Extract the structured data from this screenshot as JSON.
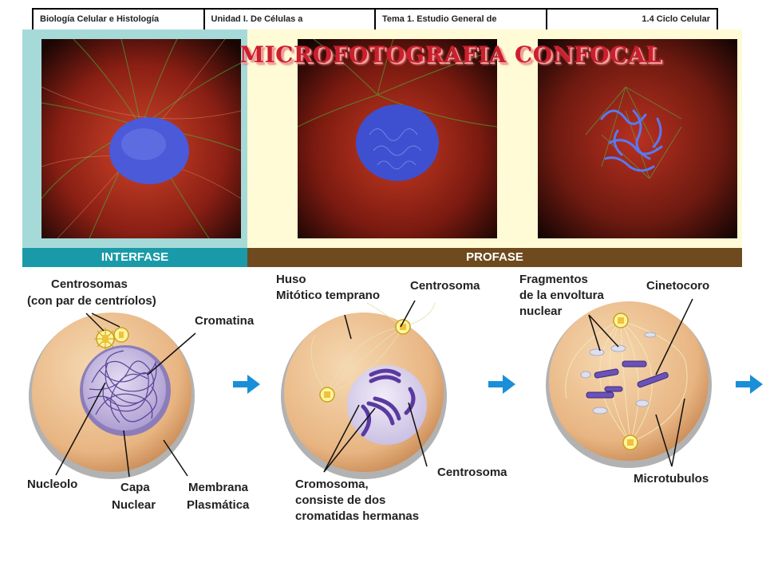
{
  "header": {
    "cells": [
      "Biología Celular e Histología",
      "Unidad I. De Células a",
      "Tema 1. Estudio General de",
      "1.4 Ciclo Celular"
    ]
  },
  "title": "MICROFOTOGRAFIA CONFOCAL",
  "phases": {
    "interfase": "INTERFASE",
    "profase": "PROFASE"
  },
  "colors": {
    "teal": "#1a9aa8",
    "brown": "#6e4a1e",
    "title_red": "#cc1f2e",
    "arrow_blue": "#1a8fd8"
  },
  "labels": {
    "centrosomas": "Centrosomas",
    "centriolos": "(con par de centríolos)",
    "cromatina": "Cromatina",
    "nucleolo": "Nucleolo",
    "capa": "Capa",
    "nuclear": "Nuclear",
    "membrana": "Membrana",
    "plasmatica": "Plasmática",
    "huso": "Huso",
    "mitotico": "Mitótico temprano",
    "centrosoma_top": "Centrosoma",
    "centrosoma_bottom": "Centrosoma",
    "cromosoma1": "Cromosoma,",
    "cromosoma2": "consiste de dos",
    "cromosoma3": "cromatidas hermanas",
    "fragmentos1": "Fragmentos",
    "fragmentos2": "de la envoltura",
    "fragmentos3": "nuclear",
    "cinetocoro": "Cinetocoro",
    "microtubulos": "Microtubulos"
  }
}
